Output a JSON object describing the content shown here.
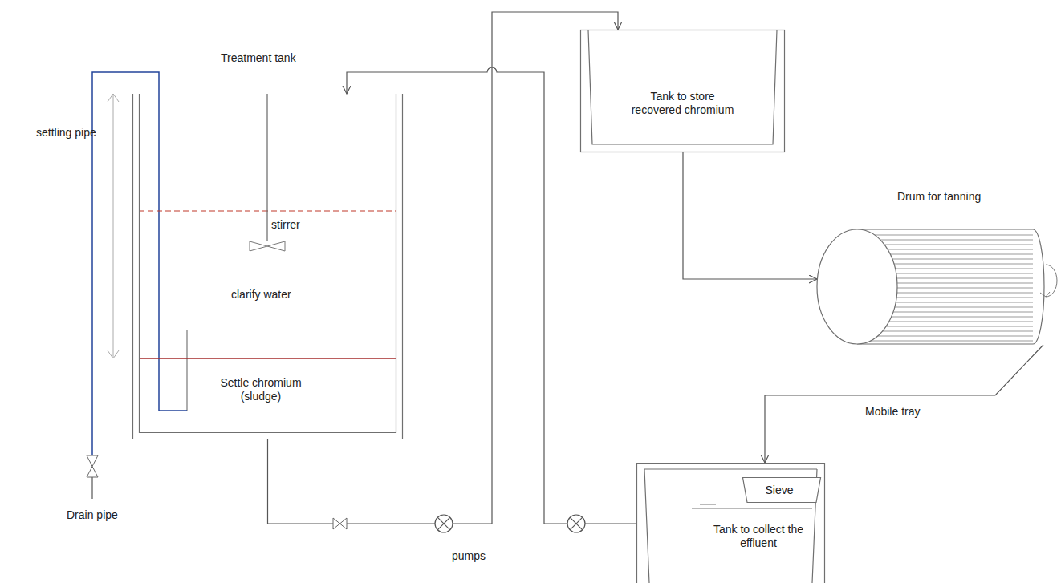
{
  "diagram": {
    "nodes": [
      {
        "text": [
          "Treatment tank"
        ]
      },
      {
        "text": [
          "Tank to store recovered chromium"
        ]
      },
      {
        "text": [
          "Drum for tanning"
        ]
      },
      {
        "text": [
          "Tank to collect the effluent"
        ]
      },
      {
        "text": [
          "Sieve"
        ],
        "in": 3
      }
    ],
    "edges": [
      {
        "from": 0,
        "to": 1,
        "arrow": "to"
      },
      {
        "from": 1,
        "to": 2,
        "arrow": "to"
      },
      {
        "from": 2,
        "to": 3,
        "label": "Mobile tray",
        "arrow": "to"
      },
      {
        "from": 3,
        "to": 0,
        "arrow": "to"
      }
    ],
    "labels": [
      "settling pipe",
      "stirrer",
      "clarify water",
      "Settle chromium (sludge)",
      "Drain pipe",
      "pumps"
    ]
  }
}
